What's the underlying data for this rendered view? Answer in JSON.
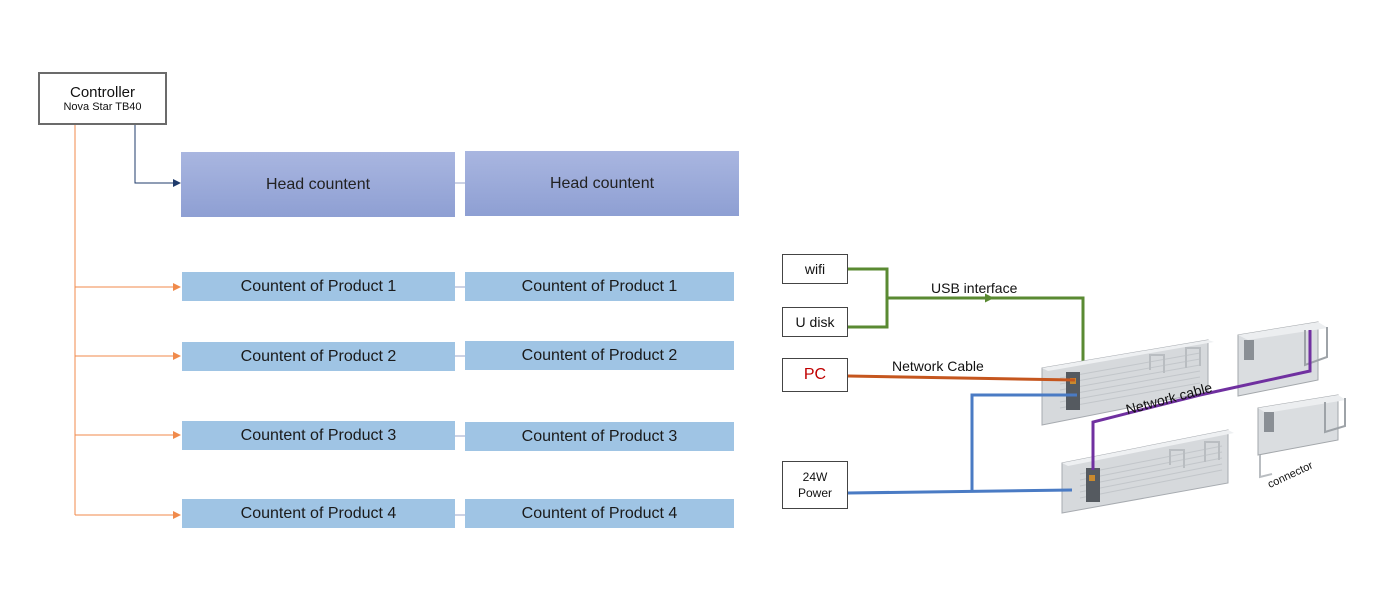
{
  "controller": {
    "title": "Controller",
    "model": "Nova Star TB40"
  },
  "head_row": [
    "Head countent",
    "Head countent"
  ],
  "product_rows": [
    [
      "Countent of Product 1",
      "Countent of Product 1"
    ],
    [
      "Countent of Product 2",
      "Countent of Product 2"
    ],
    [
      "Countent of Product 3",
      "Countent of Product 3"
    ],
    [
      "Countent of Product 4",
      "Countent of Product 4"
    ]
  ],
  "wiring": {
    "wifi": "wifi",
    "udisk": "U disk",
    "pc": "PC",
    "power_line1": "24W",
    "power_line2": "Power",
    "usb_interface": "USB interface",
    "network_cable_pc": "Network Cable",
    "network_cable_link": "Network cable",
    "connector": "connector"
  },
  "colors": {
    "usb_line": "#5a8a32",
    "pc_line": "#c5561e",
    "power_line": "#4a7bc4",
    "network_link": "#7030a0",
    "controller_branch": "#f08a4b",
    "head_link": "#1f3b6b"
  }
}
